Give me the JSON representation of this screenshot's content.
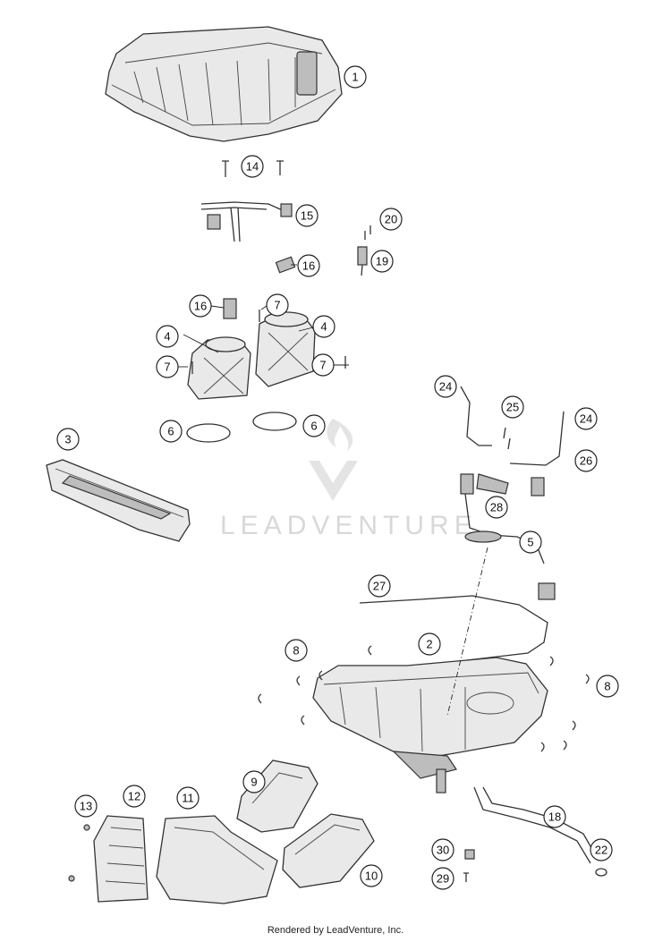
{
  "watermark": {
    "brand_text": "LEADVENTURE"
  },
  "footer": {
    "credit": "Rendered by LeadVenture, Inc."
  },
  "callouts": [
    {
      "id": "c1",
      "label": "1"
    },
    {
      "id": "c14",
      "label": "14"
    },
    {
      "id": "c15",
      "label": "15"
    },
    {
      "id": "c20",
      "label": "20"
    },
    {
      "id": "c16a",
      "label": "16"
    },
    {
      "id": "c19",
      "label": "19"
    },
    {
      "id": "c16b",
      "label": "16"
    },
    {
      "id": "c7a",
      "label": "7"
    },
    {
      "id": "c4a",
      "label": "4"
    },
    {
      "id": "c4b",
      "label": "4"
    },
    {
      "id": "c7b",
      "label": "7"
    },
    {
      "id": "c7c",
      "label": "7"
    },
    {
      "id": "c6a",
      "label": "6"
    },
    {
      "id": "c6b",
      "label": "6"
    },
    {
      "id": "c3",
      "label": "3"
    },
    {
      "id": "c24a",
      "label": "24"
    },
    {
      "id": "c25",
      "label": "25"
    },
    {
      "id": "c24b",
      "label": "24"
    },
    {
      "id": "c26",
      "label": "26"
    },
    {
      "id": "c28",
      "label": "28"
    },
    {
      "id": "c5",
      "label": "5"
    },
    {
      "id": "c27",
      "label": "27"
    },
    {
      "id": "c2",
      "label": "2"
    },
    {
      "id": "c8a",
      "label": "8"
    },
    {
      "id": "c8b",
      "label": "8"
    },
    {
      "id": "c9",
      "label": "9"
    },
    {
      "id": "c12",
      "label": "12"
    },
    {
      "id": "c11",
      "label": "11"
    },
    {
      "id": "c13",
      "label": "13"
    },
    {
      "id": "c18",
      "label": "18"
    },
    {
      "id": "c30",
      "label": "30"
    },
    {
      "id": "c22",
      "label": "22"
    },
    {
      "id": "c29",
      "label": "29"
    },
    {
      "id": "c10",
      "label": "10"
    }
  ]
}
